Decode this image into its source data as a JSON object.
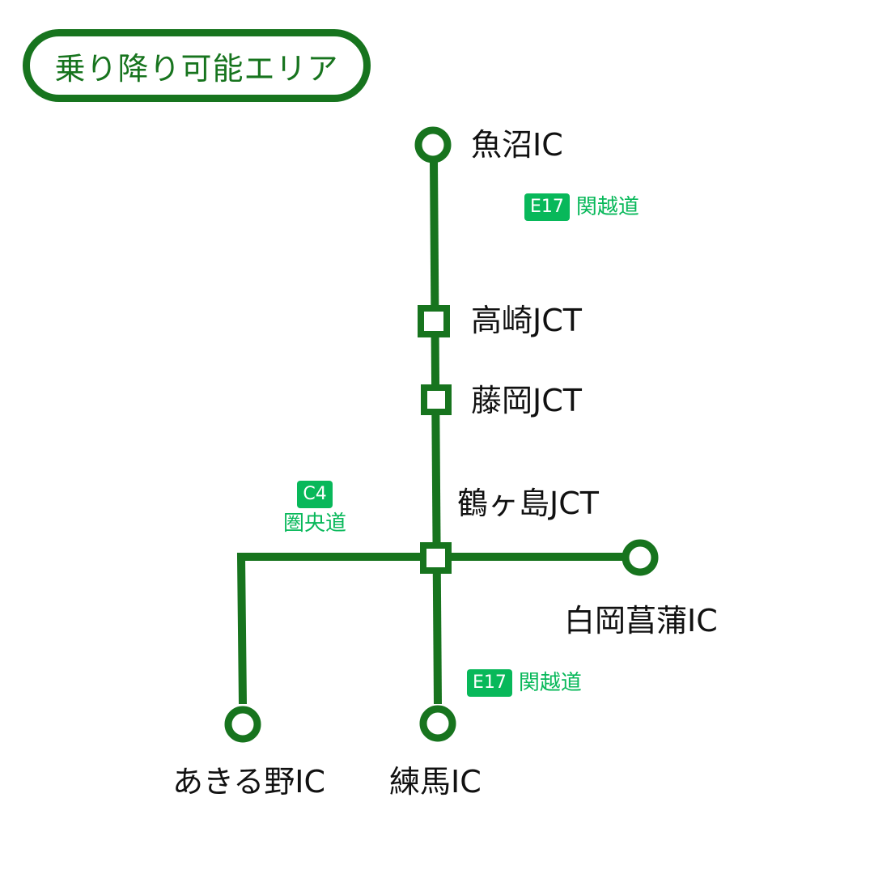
{
  "title": "乗り降り可能エリア",
  "colors": {
    "line": "#17741e",
    "route_badge": "#08b85a",
    "text": "#111111"
  },
  "nodes": {
    "uonuma": {
      "name": "魚沼IC",
      "kind": "ic"
    },
    "takasaki": {
      "name": "高崎JCT",
      "kind": "jct"
    },
    "fujioka": {
      "name": "藤岡JCT",
      "kind": "jct"
    },
    "tsurugashima": {
      "name": "鶴ヶ島JCT",
      "kind": "jct"
    },
    "shirooka": {
      "name": "白岡菖蒲IC",
      "kind": "ic"
    },
    "akiruno": {
      "name": "あきる野IC",
      "kind": "ic"
    },
    "nerima": {
      "name": "練馬IC",
      "kind": "ic"
    }
  },
  "routes": {
    "kanetsu_north": {
      "code": "E17",
      "name": "関越道"
    },
    "kenodo": {
      "code": "C4",
      "name": "圏央道"
    },
    "kanetsu_south": {
      "code": "E17",
      "name": "関越道"
    }
  }
}
